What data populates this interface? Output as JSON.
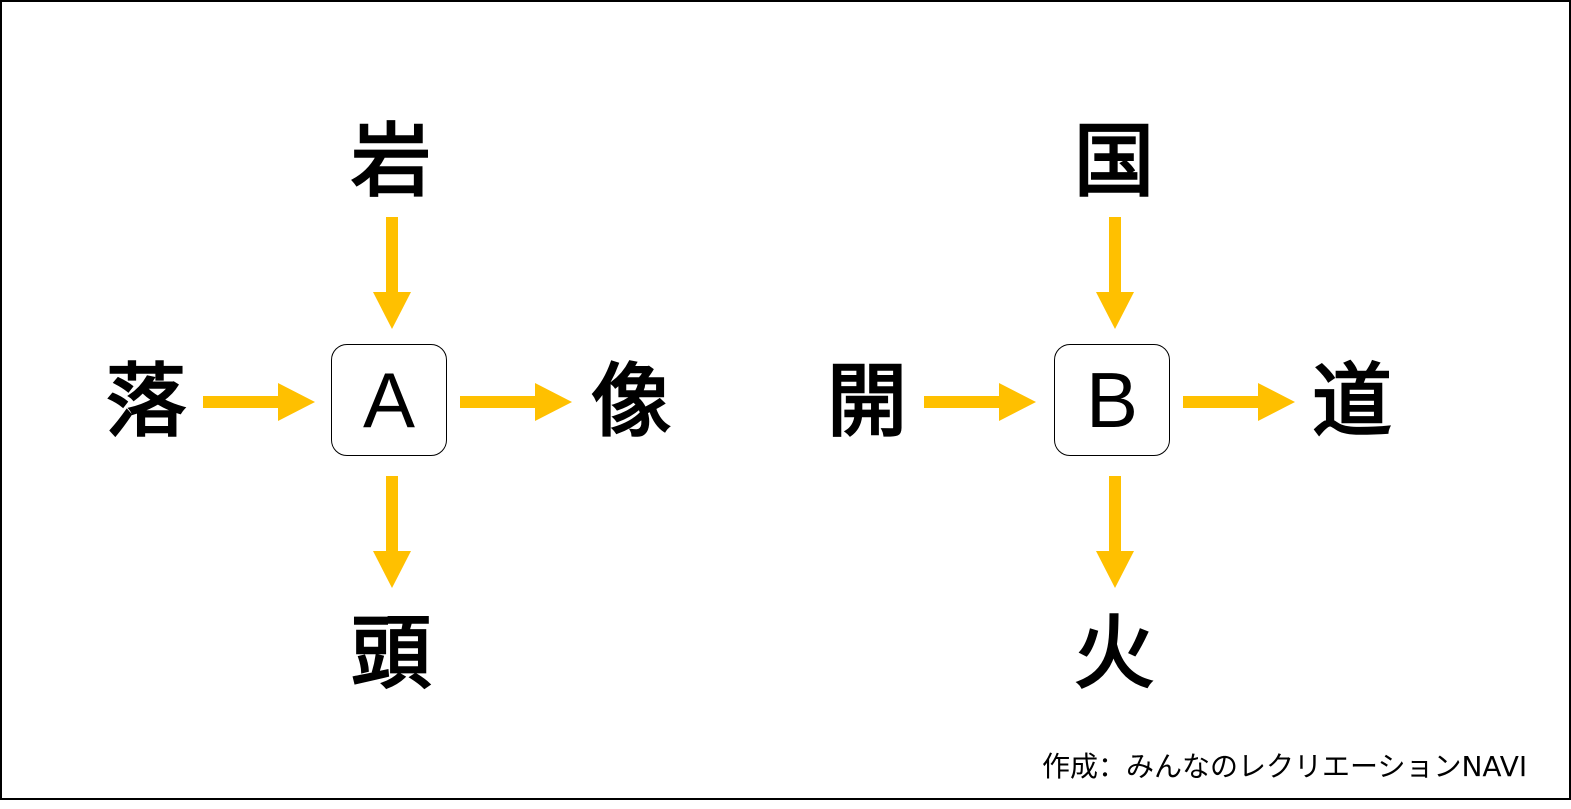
{
  "arrow_color": "#FFC000",
  "puzzles": [
    {
      "center": "A",
      "top": "岩",
      "left": "落",
      "right": "像",
      "bottom": "頭"
    },
    {
      "center": "B",
      "top": "国",
      "left": "開",
      "right": "道",
      "bottom": "火"
    }
  ],
  "credit": "作成：みんなのレクリエーションNAVI"
}
